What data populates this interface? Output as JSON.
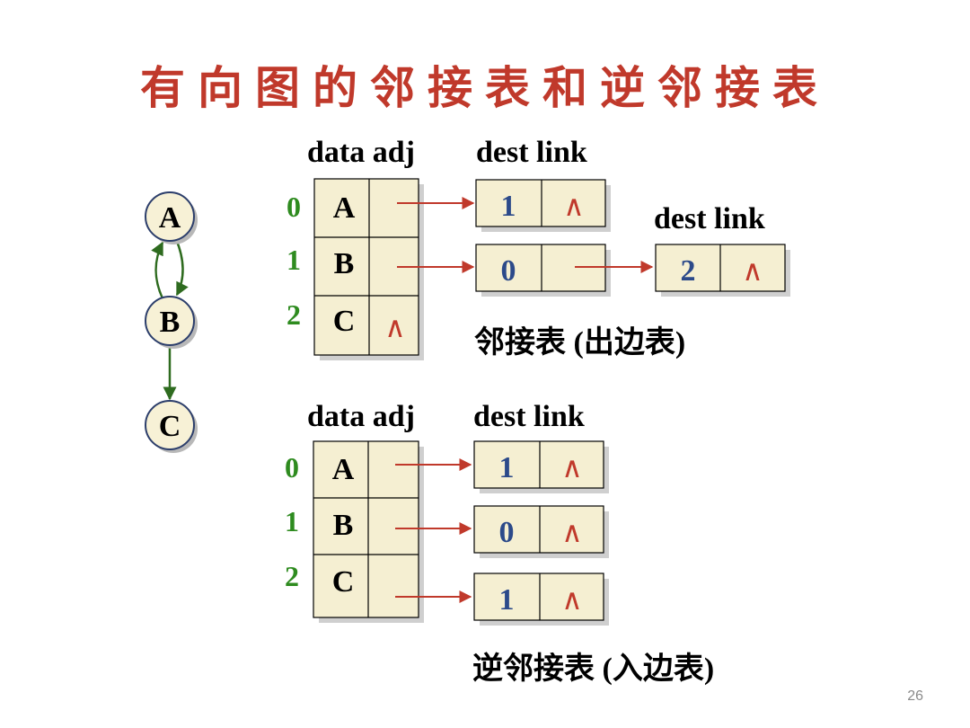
{
  "title": "有向图的邻接表和逆邻接表",
  "page_number": "26",
  "colors": {
    "title": "#c0392b",
    "index": "#2e8b1f",
    "arrow": "#c0392b",
    "dest": "#2c4a8a",
    "null": "#c0392b",
    "cell_fill": "#f5efd2",
    "node_fill": "#f7f1d6",
    "node_border": "#2c3e6b",
    "graph_edge": "#2e6b1f"
  },
  "graph": {
    "nodes": [
      "A",
      "B",
      "C"
    ],
    "edges": [
      [
        "A",
        "B"
      ],
      [
        "B",
        "A"
      ],
      [
        "B",
        "C"
      ]
    ]
  },
  "out_table": {
    "vertex_header": "data adj",
    "edge_headers": [
      "dest link",
      "dest link"
    ],
    "indices": [
      "0",
      "1",
      "2"
    ],
    "data": [
      "A",
      "B",
      "C"
    ],
    "null_symbol": "∧",
    "edges_row0": [
      "1"
    ],
    "edges_row1": [
      "0",
      "2"
    ],
    "caption": "邻接表 (出边表)"
  },
  "in_table": {
    "vertex_header": "data adj",
    "edge_header": "dest link",
    "indices": [
      "0",
      "1",
      "2"
    ],
    "data": [
      "A",
      "B",
      "C"
    ],
    "null_symbol": "∧",
    "edges": [
      "1",
      "0",
      "1"
    ],
    "caption": "逆邻接表 (入边表)"
  }
}
